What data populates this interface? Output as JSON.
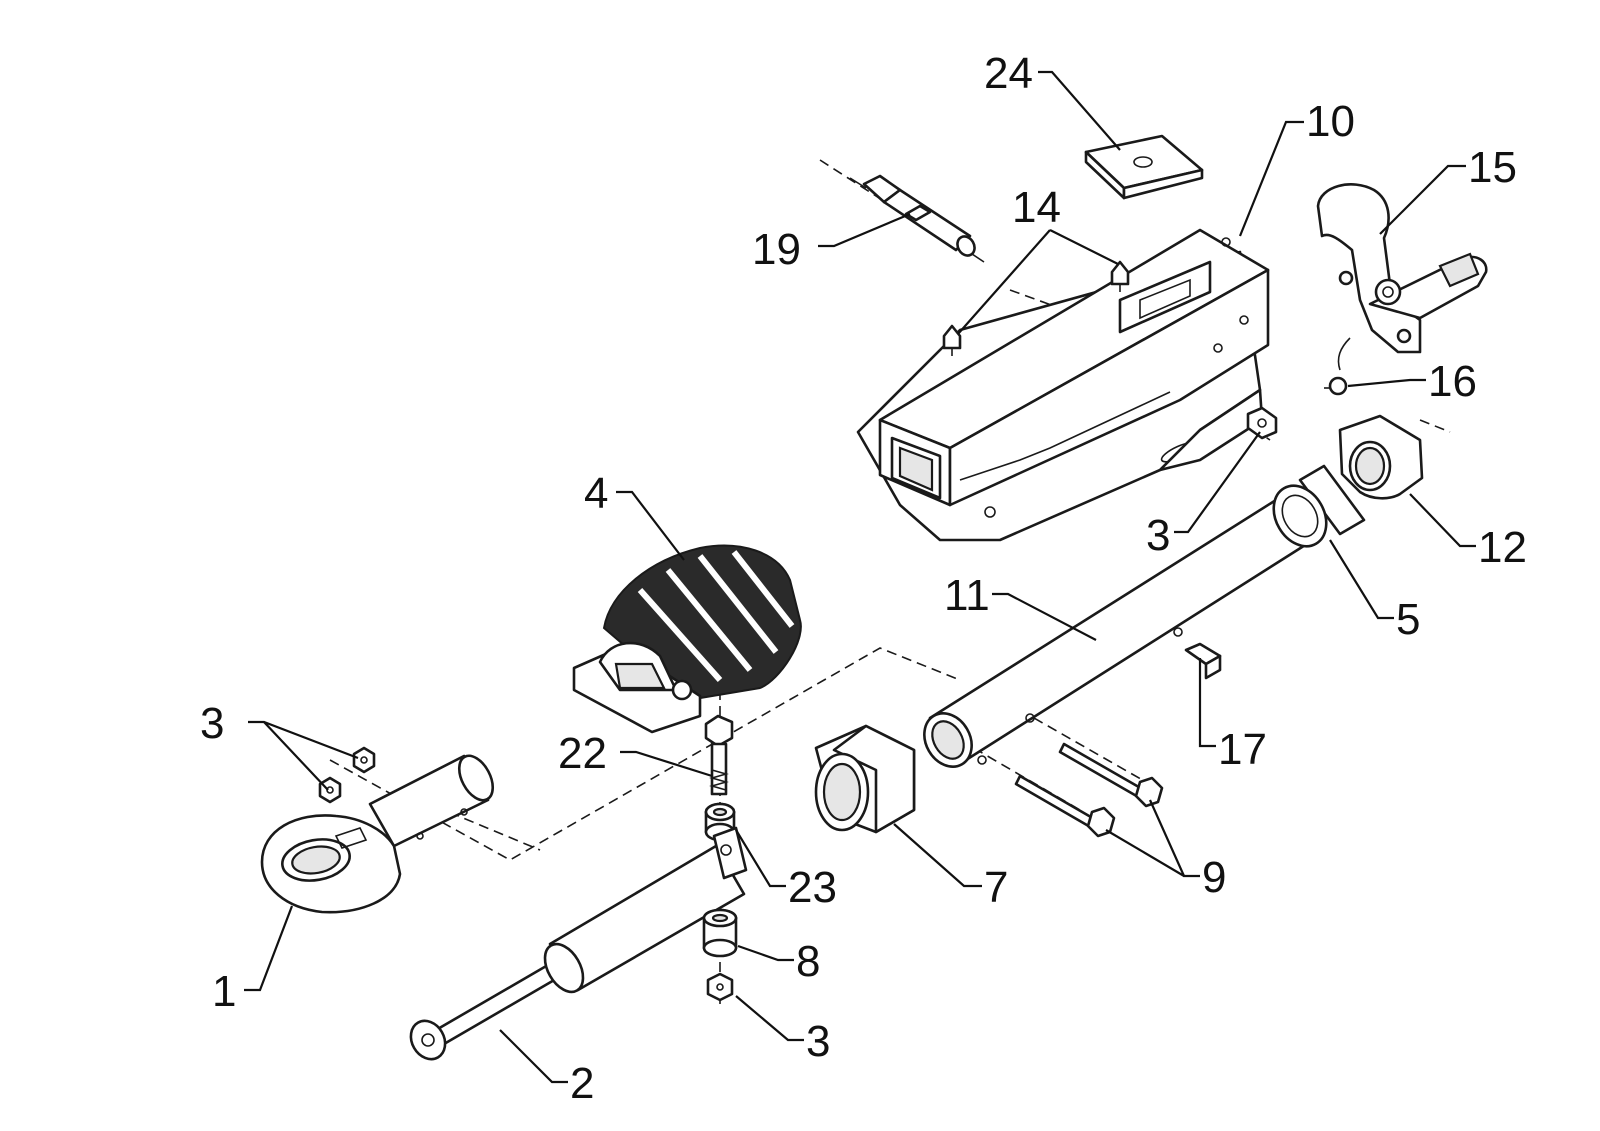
{
  "diagram": {
    "callouts": [
      {
        "id": "c24",
        "label": "24"
      },
      {
        "id": "c10",
        "label": "10"
      },
      {
        "id": "c15",
        "label": "15"
      },
      {
        "id": "c14",
        "label": "14"
      },
      {
        "id": "c19",
        "label": "19"
      },
      {
        "id": "c16",
        "label": "16"
      },
      {
        "id": "c3a",
        "label": "3"
      },
      {
        "id": "c12",
        "label": "12"
      },
      {
        "id": "c4",
        "label": "4"
      },
      {
        "id": "c11",
        "label": "11"
      },
      {
        "id": "c5",
        "label": "5"
      },
      {
        "id": "c3b",
        "label": "3"
      },
      {
        "id": "c22",
        "label": "22"
      },
      {
        "id": "c17",
        "label": "17"
      },
      {
        "id": "c23",
        "label": "23"
      },
      {
        "id": "c7",
        "label": "7"
      },
      {
        "id": "c9",
        "label": "9"
      },
      {
        "id": "c8",
        "label": "8"
      },
      {
        "id": "c1",
        "label": "1"
      },
      {
        "id": "c3c",
        "label": "3"
      },
      {
        "id": "c2",
        "label": "2"
      }
    ]
  }
}
